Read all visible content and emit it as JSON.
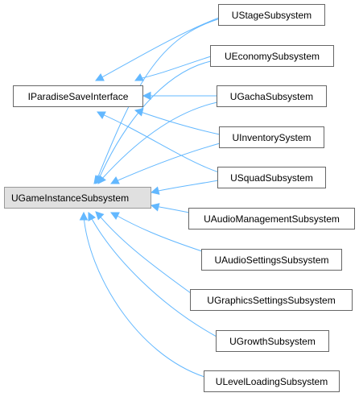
{
  "diagram": {
    "edge_color": "#63b8ff",
    "node_border_color": "#666666",
    "base_fill_color": "#e0e0e0",
    "nodes": {
      "isave": "IParadiseSaveInterface",
      "ugis": "UGameInstanceSubsystem",
      "stage": "UStageSubsystem",
      "economy": "UEconomySubsystem",
      "gacha": "UGachaSubsystem",
      "inventory": "UInventorySystem",
      "squad": "USquadSubsystem",
      "audiomgmt": "UAudioManagementSubsystem",
      "audioset": "UAudioSettingsSubsystem",
      "graphics": "UGraphicsSettingsSubsystem",
      "growth": "UGrowthSubsystem",
      "levelload": "ULevelLoadingSubsystem"
    }
  }
}
